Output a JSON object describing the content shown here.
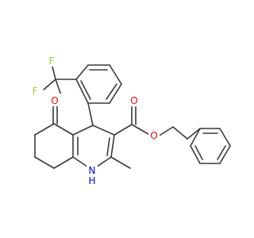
{
  "atoms": {
    "fluorine": "F",
    "oxygen": "O",
    "nitrogen": "N",
    "hydrogen": "H"
  },
  "colors": {
    "bond": "#3a3a3a",
    "fluorine": "#9acd32",
    "oxygen": "#ff0000",
    "nitrogen": "#0000ff",
    "background": "#ffffff"
  }
}
